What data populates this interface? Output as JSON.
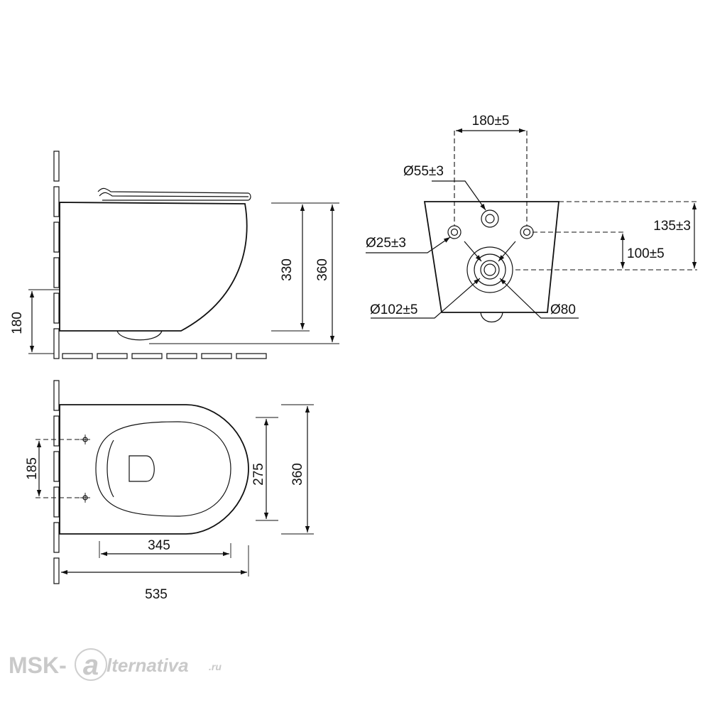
{
  "side_view": {
    "height_330": "330",
    "height_360": "360",
    "mount_180": "180"
  },
  "top_view": {
    "bolt_spacing_185": "185",
    "seat_width_275": "275",
    "width_360": "360",
    "length_345": "345",
    "length_535": "535"
  },
  "rear_view": {
    "bolt_spacing": "180",
    "bolt_spacing_tol": "±5",
    "water_inlet_d": "55",
    "water_inlet_tol": "±3",
    "bolt_hole_d": "25",
    "bolt_hole_tol": "±3",
    "height_135": "135",
    "height_135_tol": "±3",
    "height_100": "100",
    "height_100_tol": "±5",
    "outlet_outer_d": "102",
    "outlet_outer_tol": "±5",
    "outlet_inner_d": "80",
    "diameter_symbol": "Ø"
  },
  "watermark": {
    "brand_left": "MSK-",
    "brand_mark": "a",
    "brand_right": "lternativa",
    "brand_tld": ".ru"
  }
}
